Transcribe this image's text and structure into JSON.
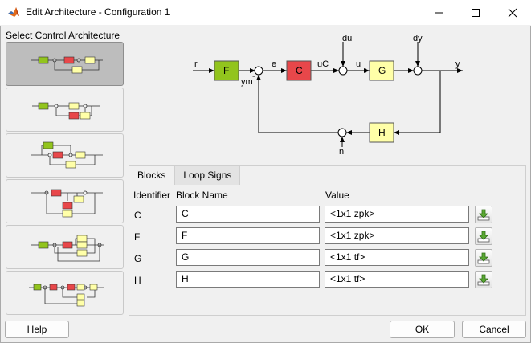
{
  "window": {
    "title": "Edit Architecture - Configuration 1"
  },
  "sidebar": {
    "label": "Select Control Architecture",
    "selected_index": 0,
    "count": 6
  },
  "diagram": {
    "signals": {
      "r": "r",
      "ym": "ym",
      "e": "e",
      "uC": "uC",
      "du": "du",
      "u": "u",
      "dy": "dy",
      "y": "y",
      "n": "n"
    },
    "blocks": {
      "F": "F",
      "C": "C",
      "G": "G",
      "H": "H"
    },
    "sign_minus": "-",
    "colors": {
      "F": "#92c41d",
      "C": "#e8474a",
      "G": "#ffffa8",
      "H": "#ffffa8"
    }
  },
  "tabs": [
    {
      "label": "Blocks",
      "active": true
    },
    {
      "label": "Loop Signs",
      "active": false
    }
  ],
  "table": {
    "headers": {
      "identifier": "Identifier",
      "block_name": "Block Name",
      "value": "Value"
    },
    "rows": [
      {
        "id": "C",
        "name": "C",
        "value": "<1x1 zpk>"
      },
      {
        "id": "F",
        "name": "F",
        "value": "<1x1 zpk>"
      },
      {
        "id": "G",
        "name": "G",
        "value": "<1x1 tf>"
      },
      {
        "id": "H",
        "name": "H",
        "value": "<1x1 tf>"
      }
    ]
  },
  "buttons": {
    "help": "Help",
    "ok": "OK",
    "cancel": "Cancel"
  }
}
